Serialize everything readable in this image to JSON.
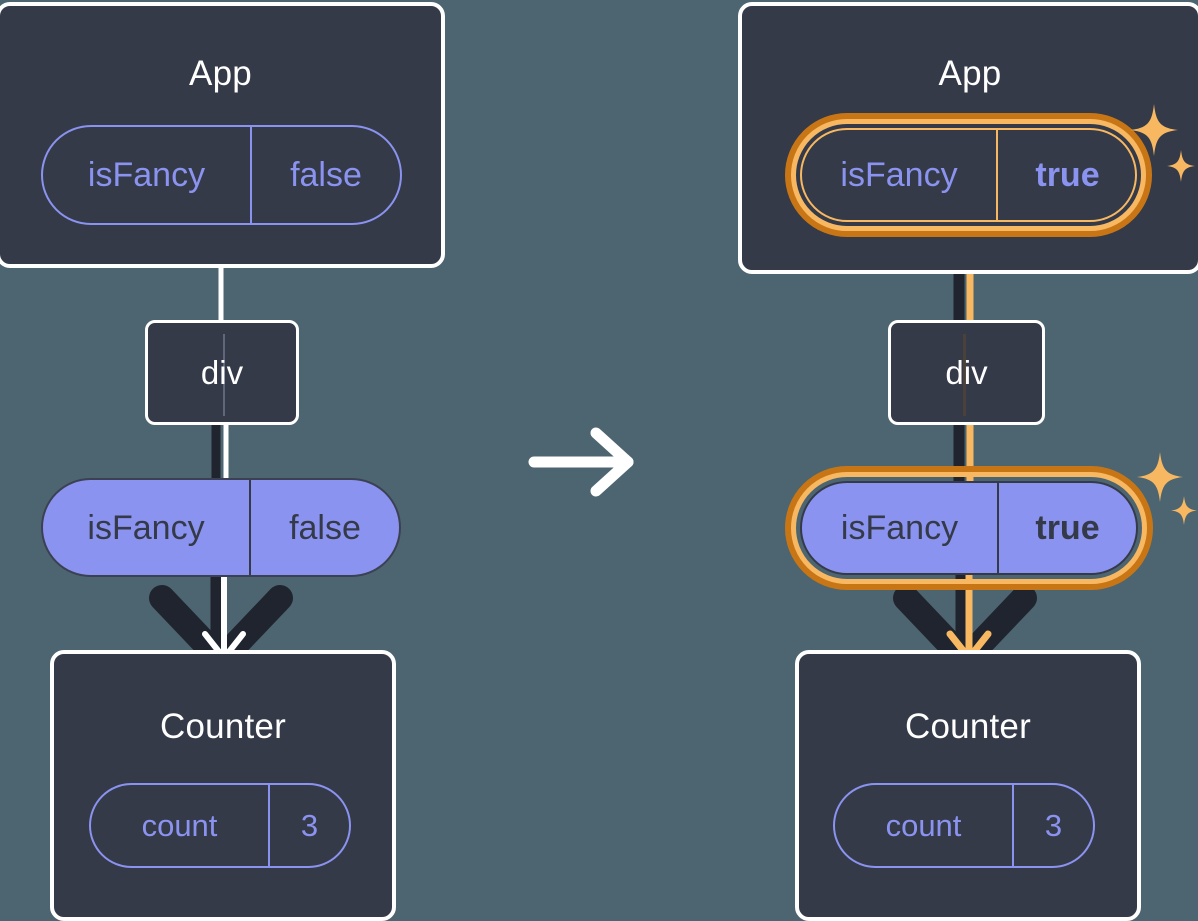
{
  "diagram": {
    "title_hidden": "",
    "background_color": "#4c6570",
    "transition_icon": "right-arrow-icon",
    "colors": {
      "surface": "#343a48",
      "outline_white": "#ffffff",
      "accent_purple": "#8b93f0",
      "highlight_outer": "#c87615",
      "highlight_inner": "#f8b862",
      "edge_dark": "#20242e"
    }
  },
  "panels": [
    {
      "id": "before",
      "app": {
        "title": "App",
        "state": {
          "name": "isFancy",
          "value": "false",
          "highlighted": false,
          "bold_value": false
        }
      },
      "div": {
        "label": "div"
      },
      "prop": {
        "name": "isFancy",
        "value": "false",
        "highlighted": false,
        "bold_value": false
      },
      "counter": {
        "title": "Counter",
        "state": {
          "name": "count",
          "value": "3"
        }
      }
    },
    {
      "id": "after",
      "app": {
        "title": "App",
        "state": {
          "name": "isFancy",
          "value": "true",
          "highlighted": true,
          "bold_value": true
        }
      },
      "div": {
        "label": "div"
      },
      "prop": {
        "name": "isFancy",
        "value": "true",
        "highlighted": true,
        "bold_value": true
      },
      "counter": {
        "title": "Counter",
        "state": {
          "name": "count",
          "value": "3"
        }
      }
    }
  ],
  "sparkles": {
    "icon": "sparkle-icon",
    "count_per_group": 2
  }
}
